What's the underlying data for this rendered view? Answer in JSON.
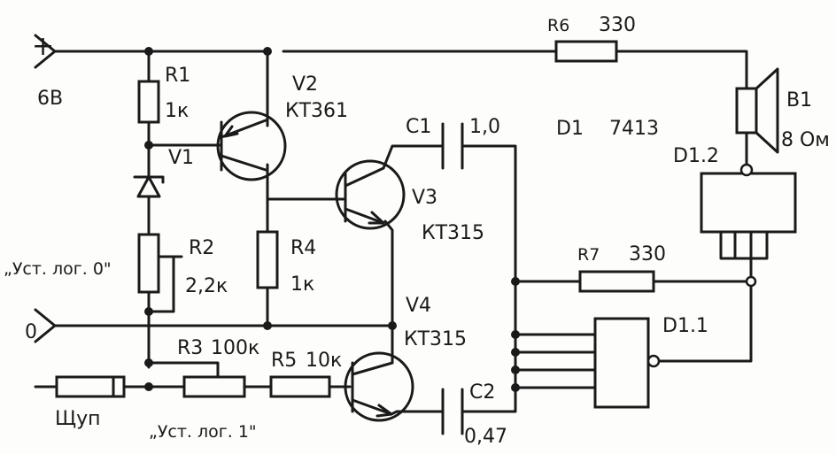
{
  "labels": {
    "plus": "+",
    "supply_voltage": "6В",
    "r1": "R1",
    "r1_value": "1к",
    "v2": "V2",
    "v2_type": "КТ361",
    "v1": "V1",
    "r2": "R2",
    "r2_value": "2,2к",
    "r2_caption": "„Уст. лог. 0\"",
    "r4": "R4",
    "r4_value": "1к",
    "c1": "С1",
    "c1_value": "1,0",
    "v3": "V3",
    "v3_type": "КТ315",
    "d1": "D1",
    "d1_type": "7413",
    "r6": "R6",
    "r6_value": "330",
    "b1": "B1",
    "b1_value": "8 Ом",
    "d12": "D1.2",
    "r7": "R7",
    "r7_value": "330",
    "d11": "D1.1",
    "zero": "0",
    "v4": "V4",
    "v4_type": "КТ315",
    "r3": "R3",
    "r3_value": "100к",
    "r5": "R5",
    "r5_value": "10к",
    "c2": "С2",
    "c2_value": "0,47",
    "probe": "Щуп",
    "r3_caption": "„Уст. лог. 1\""
  }
}
